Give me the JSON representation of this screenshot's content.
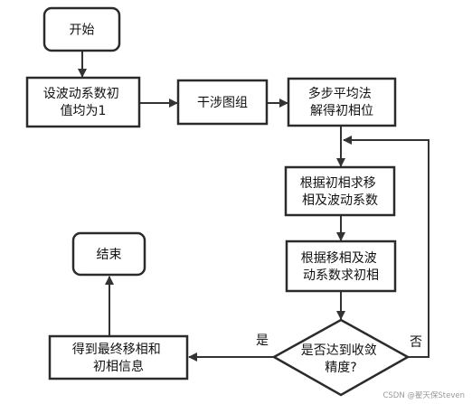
{
  "nodes": {
    "start": {
      "text": [
        "开始"
      ]
    },
    "init": {
      "text": [
        "设波动系数初",
        "值均为1"
      ]
    },
    "interferogram": {
      "text": [
        "干涉图组"
      ]
    },
    "multistep": {
      "text": [
        "多步平均法",
        "解得初相位"
      ]
    },
    "phase_shift": {
      "text": [
        "根据初相求移",
        "相及波动系数"
      ]
    },
    "initial_phase": {
      "text": [
        "根据移相及波",
        "动系数求初相"
      ]
    },
    "converged": {
      "text": [
        "是否达到收敛",
        "精度?"
      ]
    },
    "final": {
      "text": [
        "得到最终移相和",
        "初相信息"
      ]
    },
    "end": {
      "text": [
        "结束"
      ]
    }
  },
  "edge_labels": {
    "yes": "是",
    "no": "否"
  },
  "watermark": "CSDN @翟天保Steven"
}
